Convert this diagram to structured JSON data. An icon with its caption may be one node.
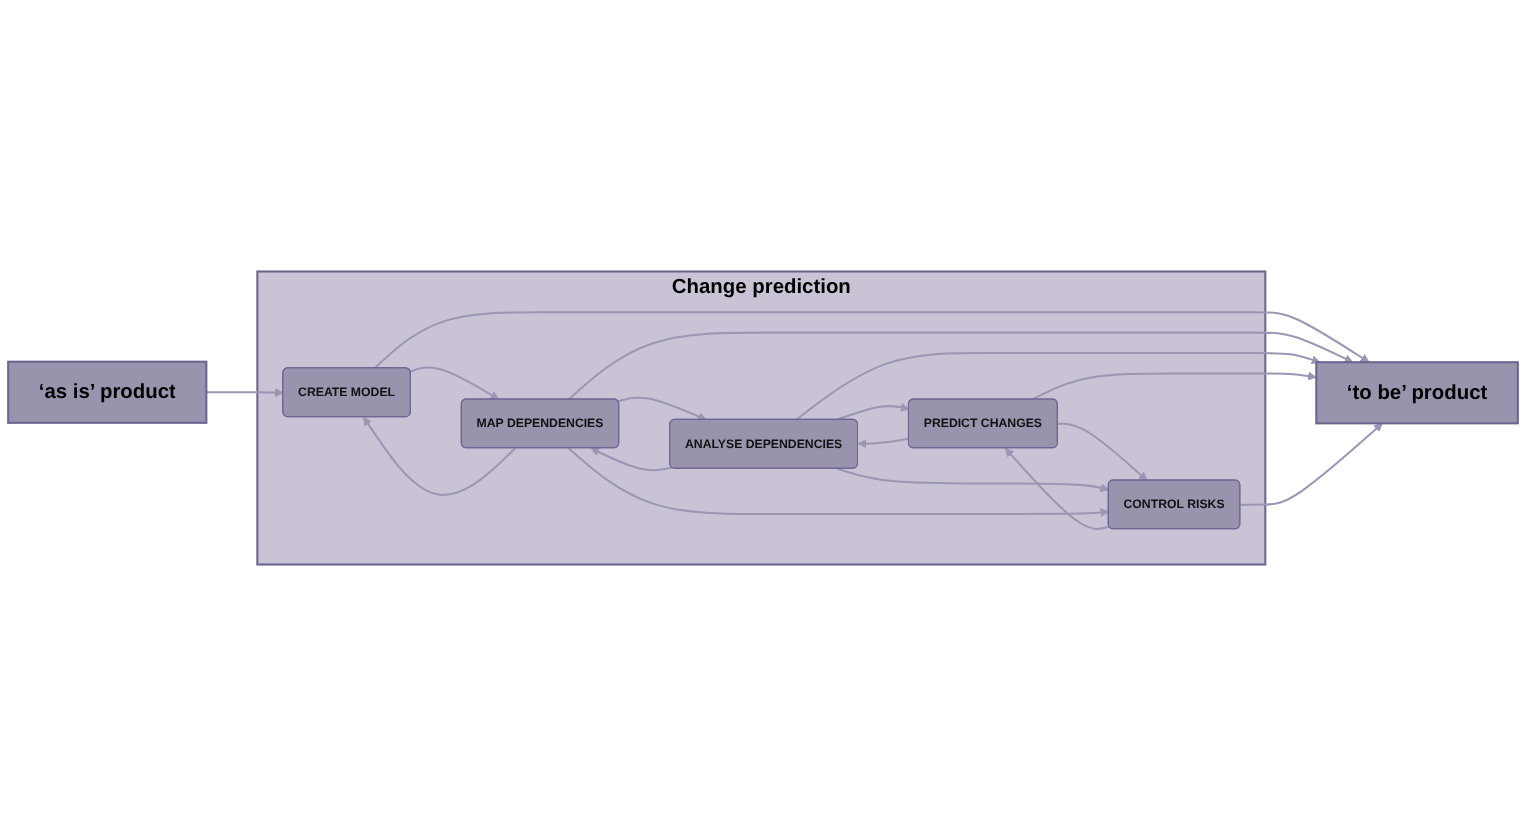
{
  "diagram": {
    "nodes": [
      {
        "text": [
          "‘as is’ product"
        ]
      },
      {
        "text": [
          "Change prediction"
        ]
      },
      {
        "text": [
          "CREATE MODEL"
        ],
        "in": 1
      },
      {
        "text": [
          "MAP DEPENDENCIES"
        ],
        "in": 1
      },
      {
        "text": [
          "ANALYSE DEPENDENCIES"
        ],
        "in": 1
      },
      {
        "text": [
          "PREDICT CHANGES"
        ],
        "in": 1
      },
      {
        "text": [
          "CONTROL RISKS"
        ],
        "in": 1
      },
      {
        "text": [
          "‘to be’ product"
        ]
      }
    ],
    "edges": [
      {
        "from": 0,
        "to": 2,
        "arrow": "to"
      },
      {
        "from": 2,
        "to": 3,
        "arrow": "to"
      },
      {
        "from": 3,
        "to": 2,
        "arrow": "to"
      },
      {
        "from": 3,
        "to": 4,
        "arrow": "to"
      },
      {
        "from": 4,
        "to": 3,
        "arrow": "to"
      },
      {
        "from": 4,
        "to": 5,
        "arrow": "to"
      },
      {
        "from": 5,
        "to": 4,
        "arrow": "to"
      },
      {
        "from": 5,
        "to": 6,
        "arrow": "to"
      },
      {
        "from": 6,
        "to": 5,
        "arrow": "to"
      },
      {
        "from": 4,
        "to": 6,
        "arrow": "to"
      },
      {
        "from": 3,
        "to": 6,
        "arrow": "to"
      },
      {
        "from": 2,
        "to": 7,
        "arrow": "to"
      },
      {
        "from": 3,
        "to": 7,
        "arrow": "to"
      },
      {
        "from": 4,
        "to": 7,
        "arrow": "to"
      },
      {
        "from": 5,
        "to": 7,
        "arrow": "to"
      },
      {
        "from": 6,
        "to": 7,
        "arrow": "to"
      }
    ]
  }
}
